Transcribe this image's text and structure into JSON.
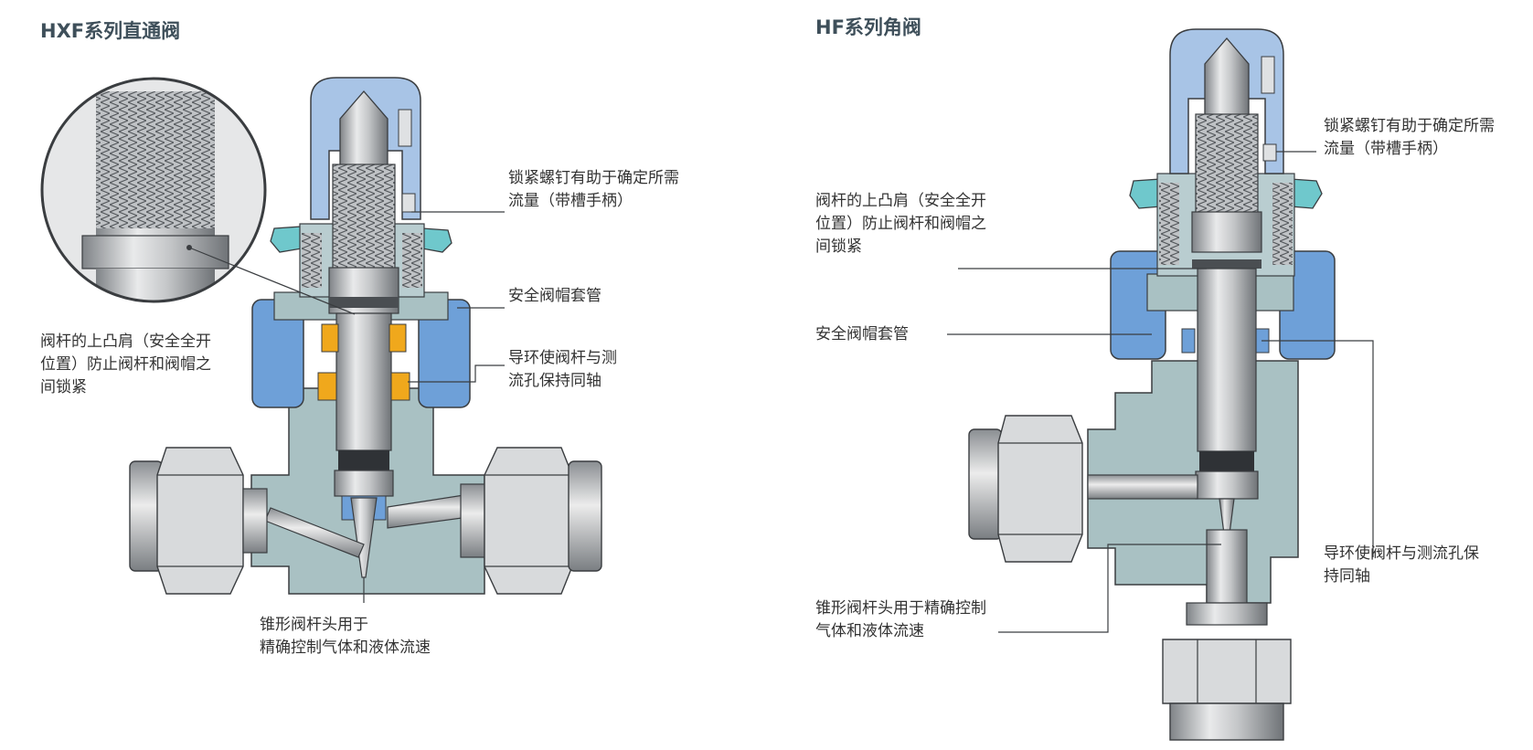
{
  "left": {
    "title": "HXF系列直通阀",
    "labels": {
      "lock_screw": [
        "锁紧螺钉有助于确定所需",
        "流量（带槽手柄）"
      ],
      "safety_cap": "安全阀帽套管",
      "guide_ring": [
        "导环使阀杆与测",
        "流孔保持同轴"
      ],
      "shoulder": [
        "阀杆的上凸肩（安全全开",
        "位置）防止阀杆和阀帽之",
        "间锁紧"
      ],
      "cone_tip": [
        "锥形阀杆头用于",
        "精确控制气体和液体流速"
      ]
    }
  },
  "right": {
    "title": "HF系列角阀",
    "labels": {
      "lock_screw": [
        "锁紧螺钉有助于确定所需",
        "流量（带槽手柄）"
      ],
      "shoulder": [
        "阀杆的上凸肩（安全全开",
        "位置）防止阀杆和阀帽之",
        "间锁紧"
      ],
      "safety_cap": "安全阀帽套管",
      "guide_ring": [
        "导环使阀杆与测流孔保",
        "持同轴"
      ],
      "cone_tip": [
        "锥形阀杆头用于精确控制",
        "气体和液体流速"
      ]
    }
  },
  "colors": {
    "body": "#a9c1c3",
    "cap": "#a8c4e6",
    "bonnet": "#6ea0d8",
    "nut": "#6fc8cc",
    "guide": "#f0a81c",
    "steel": "#c9cbcd",
    "steel_dark": "#8f9396",
    "outline": "#3a3d40"
  }
}
